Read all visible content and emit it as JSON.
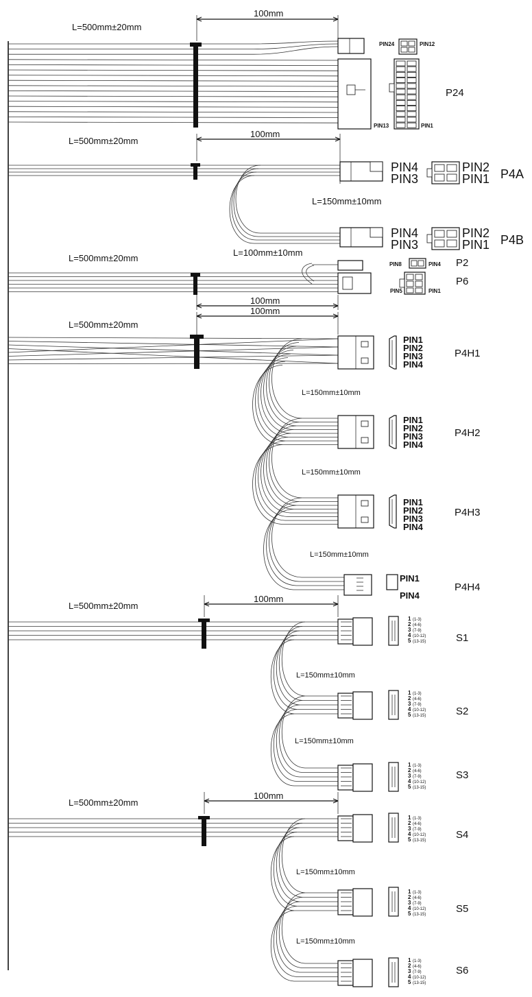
{
  "colors": {
    "ink": "#111111",
    "wire": "#333333",
    "background": "#ffffff"
  },
  "lengths": {
    "main_500": "L=500mm±20mm",
    "branch_150": "L=150mm±10mm",
    "branch_100": "L=100mm±10mm",
    "dim_100": "100mm"
  },
  "pins": {
    "pin1": "PIN1",
    "pin2": "PIN2",
    "pin3": "PIN3",
    "pin4": "PIN4",
    "pin5": "PIN5",
    "pin8": "PIN8",
    "pin12": "PIN12",
    "pin13": "PIN13",
    "pin24": "PIN24"
  },
  "connectors": {
    "p24": "P24",
    "p4a": "P4A",
    "p4b": "P4B",
    "p2": "P2",
    "p6": "P6",
    "p4h1": "P4H1",
    "p4h2": "P4H2",
    "p4h3": "P4H3",
    "p4h4": "P4H4",
    "s1": "S1",
    "s2": "S2",
    "s3": "S3",
    "s4": "S4",
    "s5": "S5",
    "s6": "S6"
  },
  "sata_pins": [
    {
      "num": "1",
      "range": "(1-3)"
    },
    {
      "num": "2",
      "range": "(4-6)"
    },
    {
      "num": "3",
      "range": "(7-9)"
    },
    {
      "num": "4",
      "range": "(10-12)"
    },
    {
      "num": "5",
      "range": "(13-15)"
    }
  ]
}
